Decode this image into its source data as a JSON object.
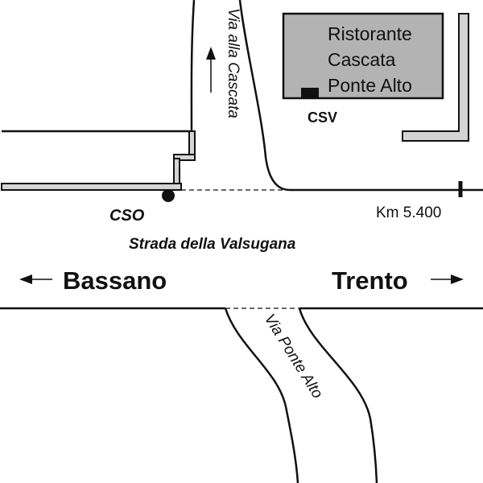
{
  "streets": {
    "via_alla_cascata": "Via alla Cascata",
    "via_ponte_alto": "Via Ponte Alto",
    "main_road": "Strada della Valsugana"
  },
  "restaurant": {
    "line1": "Ristorante",
    "line2": "Cascata",
    "line3": "Ponte Alto"
  },
  "markers": {
    "csv": "CSV",
    "cso": "CSO",
    "km": "Km 5.400"
  },
  "directions": {
    "left": "Bassano",
    "right": "Trento"
  },
  "colors": {
    "building": "#b3b3b3",
    "wall": "#d4d4d4",
    "line": "#111111"
  }
}
